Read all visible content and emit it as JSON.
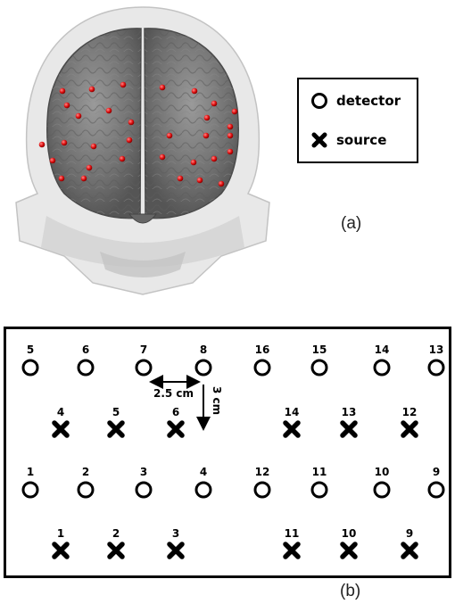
{
  "legend": {
    "detector_label": "detector",
    "source_label": "source"
  },
  "captions": {
    "a": "(a)",
    "b": "(b)"
  },
  "spacing": {
    "horizontal": "2.5 cm",
    "vertical": "3 cm"
  },
  "detectors": [
    {
      "n": "5"
    },
    {
      "n": "6"
    },
    {
      "n": "7"
    },
    {
      "n": "8"
    },
    {
      "n": "16"
    },
    {
      "n": "15"
    },
    {
      "n": "14"
    },
    {
      "n": "13"
    },
    {
      "n": "1"
    },
    {
      "n": "2"
    },
    {
      "n": "3"
    },
    {
      "n": "4"
    },
    {
      "n": "12"
    },
    {
      "n": "11"
    },
    {
      "n": "10"
    },
    {
      "n": "9"
    }
  ],
  "sources": [
    {
      "n": "4"
    },
    {
      "n": "5"
    },
    {
      "n": "6"
    },
    {
      "n": "14"
    },
    {
      "n": "13"
    },
    {
      "n": "12"
    },
    {
      "n": "1"
    },
    {
      "n": "2"
    },
    {
      "n": "3"
    },
    {
      "n": "11"
    },
    {
      "n": "10"
    },
    {
      "n": "9"
    }
  ],
  "colors": {
    "optode_marker": "#e01010",
    "skull": "#d8d8d8",
    "brain": "#7a7a7a"
  }
}
